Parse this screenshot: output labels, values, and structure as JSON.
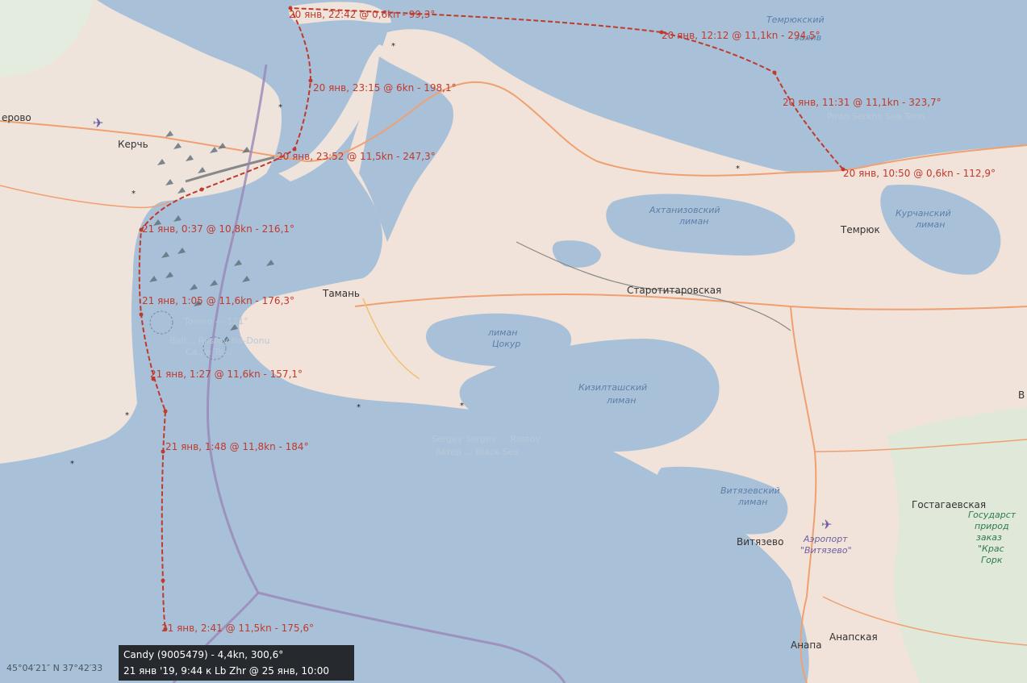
{
  "map": {
    "coordinates": "45°04′21″ N  37°42′33",
    "places": {
      "kerch": "Керчь",
      "gerovo": "ерово",
      "taman": "Тамань",
      "starotitarovskaya": "Старотитаровская",
      "temryuk": "Темрюк",
      "vityazevo": "Витязево",
      "anapa": "Анапа",
      "anapskaya": "Анапская",
      "gostagaevskaya": "Гостагаевская",
      "reserve": [
        "Государст",
        "природ",
        "заказ",
        "\"Крас",
        "Горк"
      ],
      "airport": [
        "Аэропорт",
        "\"Витязево\""
      ],
      "v_edge": "В"
    },
    "water_bodies": {
      "temryuk_bay": [
        "Темрюкский",
        "залив"
      ],
      "akhtanizovsky": [
        "Ахтанизовский",
        "лиман"
      ],
      "kurchansky": [
        "Курчанский",
        "лиман"
      ],
      "tsokur": [
        "лиман",
        "Цокур"
      ],
      "kiziltashsky": [
        "Кизилташский",
        "лиман"
      ],
      "vityazevsky": [
        "Витязевский",
        "лиман"
      ]
    },
    "track_points": [
      "20 янв, 22:42 @ 0,6kn - 99,3°",
      "20 янв, 12:12 @ 11,1kn - 294,5°",
      "20 янв, 23:15 @ 6kn - 198,1°",
      "20 янв, 11:31 @ 11,1kn - 323,7°",
      "20 янв, 23:52 @ 11,5kn - 247,3°",
      "20 янв, 10:50 @ 0,6kn - 112,9°",
      "21 янв, 0:37 @ 10,8kn - 216,1°",
      "21 янв, 1:05 @ 11,6kn - 176,3°",
      "21 янв, 1:27 @ 11,6kn - 157,1°",
      "21 янв, 1:48 @ 11,8kn - 184°",
      "21 янв, 2:41 @ 11,5kn - 175,6°"
    ],
    "ghost_labels": [
      "Tonino — 121°",
      "Balt... Rostov-Na-Donu",
      "Ca...e Te...",
      "Pinto Serkhs Sea Tenn",
      "Sergey Sergey ... Rostov",
      "Aktep ... Black Sea"
    ],
    "colors": {
      "track": "#c0392b",
      "sea": "#a9c1d8",
      "land": "#f1e3d9",
      "route": "#9a86b8"
    }
  },
  "vessel_info": {
    "line1": "Candy (9005479) - 4,4kn, 300,6°",
    "line2": "21 янв '19, 9:44 к Lb Zhr @ 25 янв, 10:00"
  }
}
